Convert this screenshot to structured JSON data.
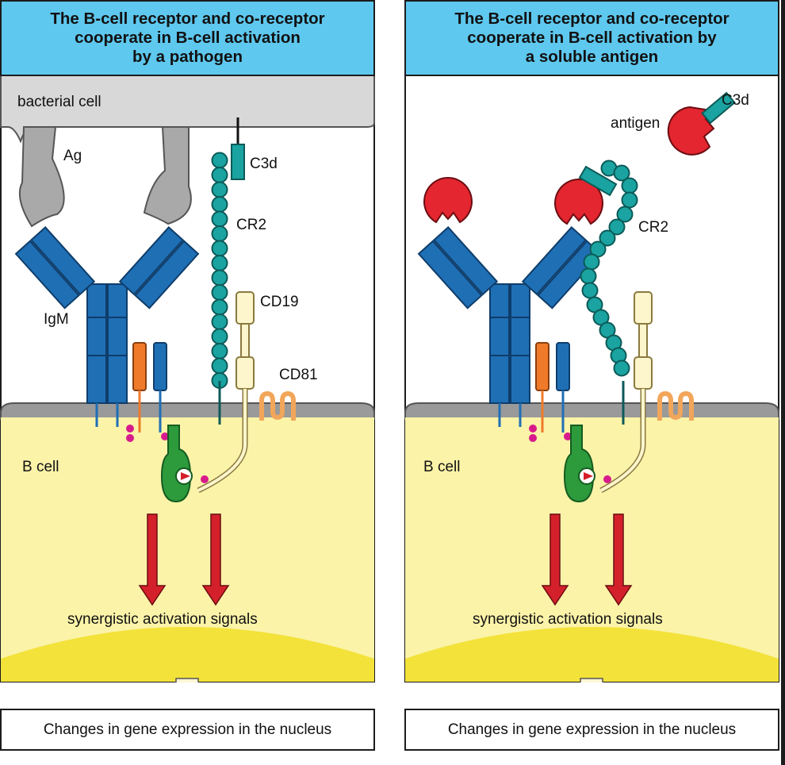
{
  "panels": [
    {
      "title": "The B-cell receptor and co-receptor\ncooperate in B-cell activation\nby a pathogen",
      "labels": {
        "bacterial_cell": "bacterial cell",
        "ag": "Ag",
        "c3d": "C3d",
        "cr2": "CR2",
        "cd19": "CD19",
        "igm": "IgM",
        "cd81": "CD81",
        "b_cell": "B cell",
        "signals": "synergistic activation signals"
      },
      "footer": "Changes in gene expression in the nucleus"
    },
    {
      "title": "The B-cell receptor and co-receptor\ncooperate in B-cell activation by\na soluble antigen",
      "labels": {
        "antigen": "antigen",
        "c3d": "C3d",
        "cr2": "CR2",
        "b_cell": "B cell",
        "signals": "synergistic activation signals"
      },
      "footer": "Changes in gene expression in the nucleus"
    }
  ],
  "colors": {
    "header": "#5ec8ef",
    "cytoplasm": "#fbf3a8",
    "nucleus": "#f3e23a",
    "bacterium": "#d8d8d8",
    "igm": "#1f6fb5",
    "cr2": "#1aa3a0",
    "cd19": "#fdf5cc",
    "cd81": "#f2a65a",
    "igalpha": "#ef7a2a",
    "kinase": "#2d9a3c",
    "antigen": "#e3262f",
    "arrow": "#d4202a"
  }
}
